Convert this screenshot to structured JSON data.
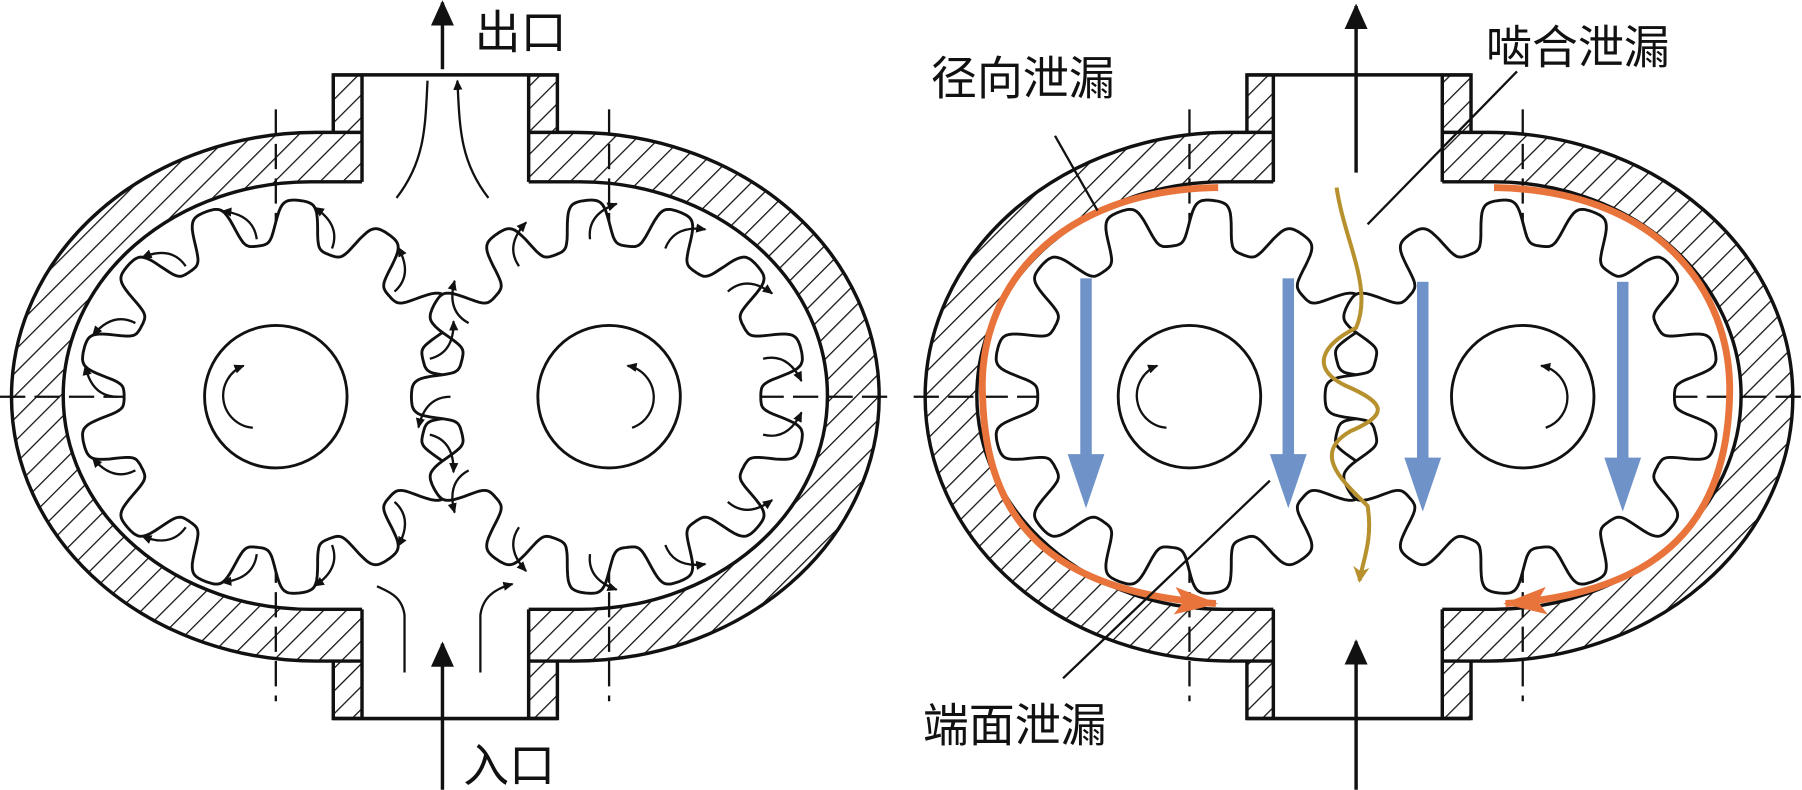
{
  "left_diagram": {
    "outlet_label": "出口",
    "inlet_label": "入口"
  },
  "right_diagram": {
    "radial_leakage_label": "径向泄漏",
    "mesh_leakage_label": "啮合泄漏",
    "end_face_leakage_label": "端面泄漏"
  },
  "colors": {
    "line": "#111111",
    "radial_leakage": "#e8743b",
    "end_face_leakage": "#6f93c8",
    "mesh_leakage": "#b8912f"
  }
}
